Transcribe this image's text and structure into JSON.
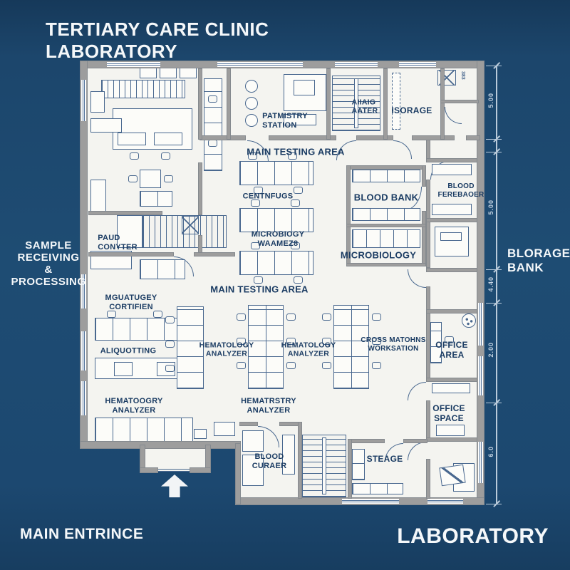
{
  "title": {
    "line1": "TERTIARY CARE CLINIC",
    "line2": "LABORATORY"
  },
  "outer": {
    "left_label": "SAMPLE RECEIVING\n& PROCESSING",
    "right_label": "BLORAGE\nBANK",
    "bottom_left": "MAIN ENTRINCE",
    "bottom_right": "LABORATORY"
  },
  "rooms": {
    "patmistry": "PATMISTRY\nSTATION",
    "main_testing_1": "MAIN TESTING AREA",
    "aiiaig": "AIIAIG\nAATER",
    "isorage": "ISORAGE",
    "blood_bank": "BLOOD BANK",
    "microbiology": "MICROBIOLOGY",
    "blood_ferebaoer": "BLOOD\nFEREBAOER",
    "centnfugs": "CENTNFUGS",
    "microbiogy_waamez8": "MICROBIOGY\nWAAMEZ8",
    "paud_conyter": "PAUD\nCONYTER",
    "mguatugey": "MGUATUGEY\nCORTIFIEN",
    "main_testing_2": "MAIN TESTING AREA",
    "aliquotting": "ALIQUOTTING",
    "hematology_1": "HEMATOLOGY\nANALYZER",
    "hematology_2": "HEMATOLOGY\nANALYZER",
    "cross_matohns": "CROSS MATOHNS\nWORKSATION",
    "office_area": "OFFICE\nAREA",
    "office_space": "OFFICE\nSPACE",
    "hematoogry": "HEMATOOGRY\nANALYZER",
    "hematrstry": "HEMATRSTRY\nANALYZER",
    "blood_curaer": "BLOOD\nCURAER",
    "steage": "STEAGE"
  },
  "dimensions": {
    "d1": "5.00",
    "d2": "5.00",
    "d3": "4.40",
    "d4": "2.00",
    "d5": "6.0",
    "corner": "383"
  },
  "colors": {
    "background": "#1e4c73",
    "plan_floor": "#f4f4f0",
    "wall": "#9d9d9d",
    "line": "#49688f",
    "room_label": "#1b3c63",
    "outer_text": "#f5f8fa"
  }
}
